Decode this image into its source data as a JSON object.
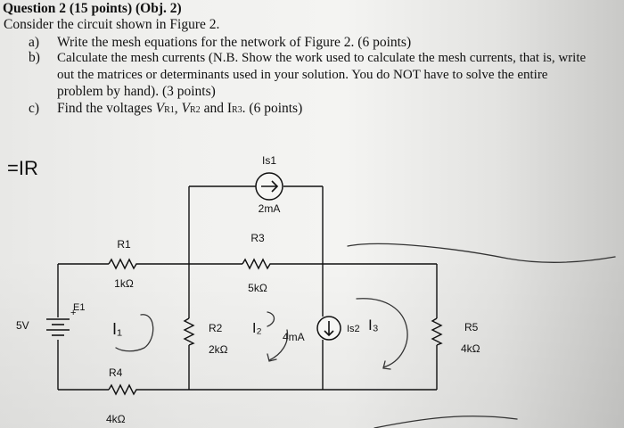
{
  "question": {
    "title": "Question 2 (15 points) (Obj. 2)",
    "intro": "Consider the circuit shown in Figure 2.",
    "parts": [
      {
        "marker": "a)",
        "line1": "Write the mesh equations for the network of Figure 2.  (6 points)"
      },
      {
        "marker": "b)",
        "line1": "Calculate the mesh currents (N.B. Show the work used to calculate the mesh currents, that is, write",
        "line2": "out the matrices or determinants used in your solution.  You do NOT have to solve the entire",
        "line3": "problem by hand). (3 points)"
      },
      {
        "marker": "c)",
        "line1_prefix": "Find the voltages ",
        "v1": "V",
        "v1_sub": "R1",
        "sep1": ", ",
        "v2": "V",
        "v2_sub": "R2",
        "and": " and I",
        "i3_sub": "R3",
        "suffix": ". (6 points)"
      }
    ]
  },
  "circuit": {
    "source_is1": {
      "label": "Is1",
      "value": "2mA"
    },
    "source_is2": {
      "label": "Is2",
      "value": "4mA"
    },
    "source_e1": {
      "label": "E1",
      "value": "5V"
    },
    "r1": {
      "label": "R1",
      "value": "1kΩ"
    },
    "r2": {
      "label": "R2",
      "value": "2kΩ"
    },
    "r3": {
      "label": "R3",
      "value": "5kΩ"
    },
    "r4": {
      "label": "R4",
      "value": "4kΩ"
    },
    "r5": {
      "label": "R5",
      "value": "4kΩ"
    }
  },
  "handwriting": {
    "note_ir": "=IR",
    "mesh1": "I₁",
    "mesh2": "I₂",
    "mesh3": "I₃"
  }
}
